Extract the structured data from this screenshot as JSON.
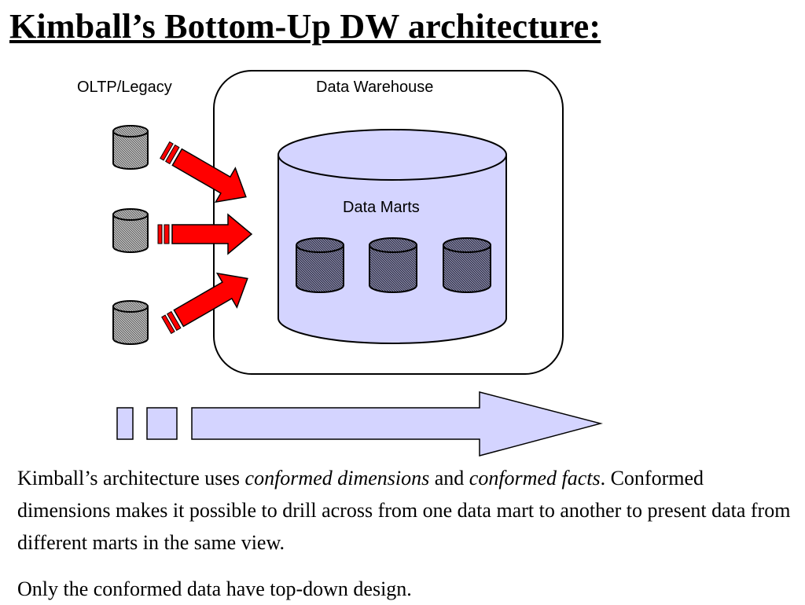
{
  "title": "Kimball’s  Bottom-Up DW architecture:",
  "diagram": {
    "source_label": "OLTP/Legacy",
    "warehouse_label": "Data Warehouse",
    "marts_label": "Data Marts",
    "colors": {
      "warehouse_fill": "#d4d4ff",
      "arrow_red": "#ff0000",
      "cylinder_gray": "#8a8a8a",
      "mart_cylinder": "#5a5a7a"
    },
    "icons": [
      "database-cylinder-icon",
      "red-arrow-icon",
      "progress-arrow-icon"
    ]
  },
  "paragraph1": {
    "part1": "Kimball’s architecture uses ",
    "em1": "conformed dimensions",
    "part2": " and ",
    "em2": "conformed facts",
    "part3": ". Conformed dimensions makes it possible to drill across from one data mart to another to present data from different marts in the same view."
  },
  "paragraph2": "Only the conformed data have top-down design."
}
